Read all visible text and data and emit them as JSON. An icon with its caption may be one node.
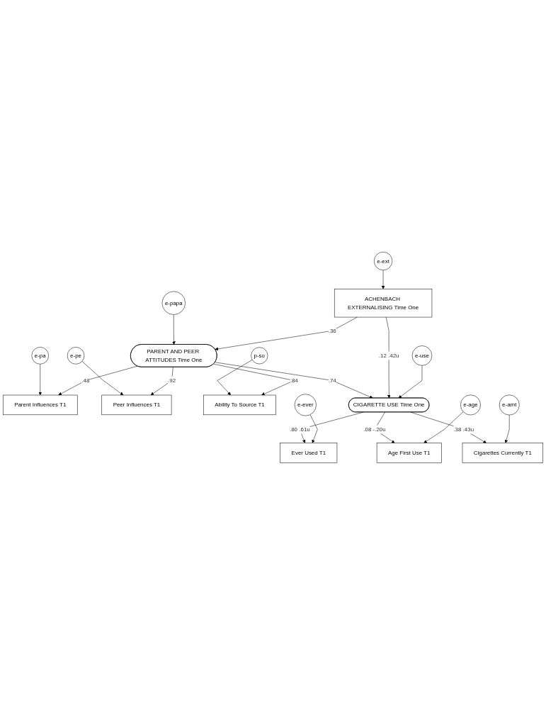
{
  "diagram": {
    "nodes": [
      {
        "text": [
          "e-pa"
        ]
      },
      {
        "text": [
          "e-pe"
        ]
      },
      {
        "text": [
          "p-so"
        ]
      },
      {
        "text": [
          "Parent Influences T1"
        ]
      },
      {
        "text": [
          "Peer Influences T1"
        ]
      },
      {
        "text": [
          "Ability To Source T1"
        ]
      },
      {
        "text": [
          "PARENT AND PEER ATTITUDES Time One"
        ]
      },
      {
        "text": [
          "e-papa"
        ]
      },
      {
        "text": [
          "ACHENBACH EXTERNALISING Time One"
        ]
      },
      {
        "text": [
          "CIGARETTE USE Time One"
        ]
      },
      {
        "text": [
          "e-use"
        ]
      },
      {
        "text": [
          "e-ext"
        ]
      },
      {
        "text": [
          "Ever Used T1"
        ]
      },
      {
        "text": [
          "Age First Use T1"
        ]
      },
      {
        "text": [
          "Cigarettes Currently T1"
        ]
      },
      {
        "text": [
          "e-ever"
        ]
      },
      {
        "text": [
          "e-age"
        ]
      },
      {
        "text": [
          "e-amt"
        ]
      }
    ],
    "edges": [
      {
        "from": 0,
        "to": 3,
        "arrow": "to"
      },
      {
        "from": 1,
        "to": 4,
        "arrow": "to"
      },
      {
        "from": 2,
        "to": 5,
        "arrow": "to"
      },
      {
        "from": 6,
        "to": 3,
        "arrow": "to",
        "label": ".48"
      },
      {
        "from": 6,
        "to": 4,
        "arrow": "to",
        "label": ".92"
      },
      {
        "from": 6,
        "to": 5,
        "arrow": "to",
        "label": ".84"
      },
      {
        "from": 7,
        "to": 6,
        "arrow": "to"
      },
      {
        "from": 8,
        "to": 6,
        "arrow": "to",
        "label": ".36"
      },
      {
        "from": 6,
        "to": 9,
        "arrow": "to",
        "label": ".74"
      },
      {
        "from": 8,
        "to": 9,
        "arrow": "to",
        "label": ".12 .42u"
      },
      {
        "from": 10,
        "to": 9,
        "arrow": "to"
      },
      {
        "from": 11,
        "to": 8,
        "arrow": "to"
      },
      {
        "from": 9,
        "to": 12,
        "arrow": "to",
        "label": ".80 .61u"
      },
      {
        "from": 9,
        "to": 13,
        "arrow": "to",
        "label": ".08 -.20u"
      },
      {
        "from": 9,
        "to": 14,
        "arrow": "to",
        "label": ".38 .43u"
      },
      {
        "from": 15,
        "to": 12,
        "arrow": "to"
      },
      {
        "from": 16,
        "to": 13,
        "arrow": "to"
      },
      {
        "from": 17,
        "to": 14,
        "arrow": "to"
      }
    ]
  }
}
